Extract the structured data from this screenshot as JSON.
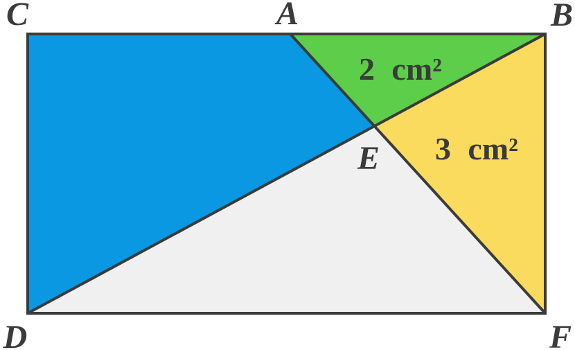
{
  "figure": {
    "vertex_labels": {
      "C": "C",
      "A": "A",
      "B": "B",
      "D": "D",
      "E": "E",
      "F": "F"
    },
    "area_labels": {
      "green_triangle": "2 cm²",
      "yellow_triangle": "3 cm²"
    },
    "colors": {
      "blue": "#0998E1",
      "green": "#5CCE4A",
      "yellow": "#FBDB5D",
      "gray": "#F0F0F0",
      "stroke": "#3B3B3B",
      "label": "#3B3B3B",
      "background": "#FFFFFF"
    }
  }
}
